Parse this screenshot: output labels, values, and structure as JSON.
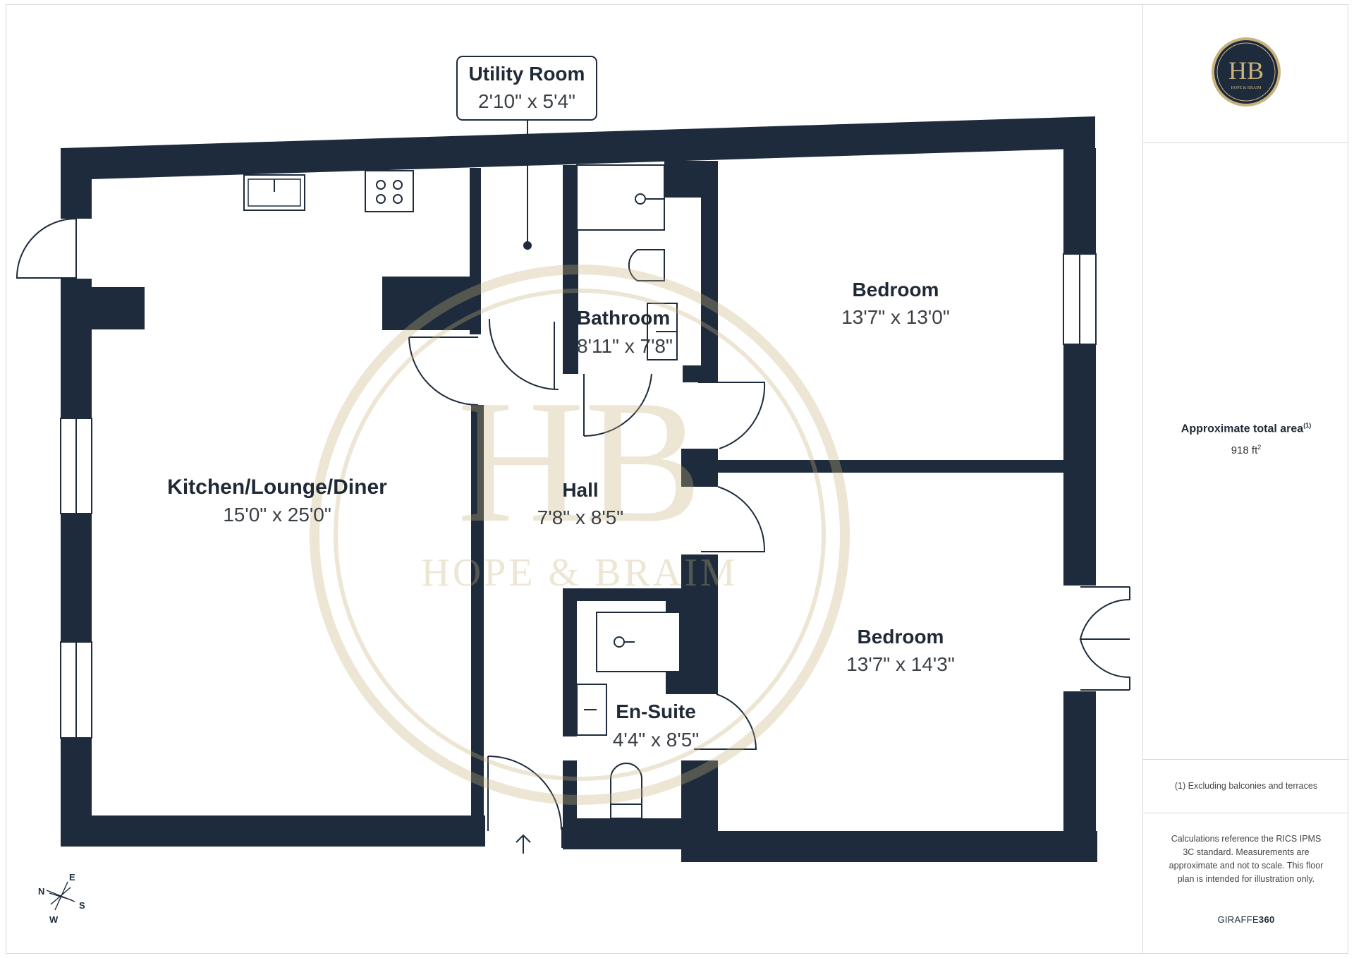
{
  "brand": {
    "logo_monogram": "HB",
    "logo_subtitle": "HOPE & BRAIM",
    "watermark_monogram": "HB",
    "watermark_text": "HOPE & BRAIM",
    "navy": "#1d2b3c",
    "gold": "#c9b27c"
  },
  "rooms": {
    "utility": {
      "name": "Utility Room",
      "dims": "2'10\" x 5'4\""
    },
    "bathroom": {
      "name": "Bathroom",
      "dims": "8'11\" x 7'8\""
    },
    "bedroom1": {
      "name": "Bedroom",
      "dims": "13'7\" x 13'0\""
    },
    "kitchen": {
      "name": "Kitchen/Lounge/Diner",
      "dims": "15'0\" x 25'0\""
    },
    "hall": {
      "name": "Hall",
      "dims": "7'8\" x 8'5\""
    },
    "bedroom2": {
      "name": "Bedroom",
      "dims": "13'7\" x 14'3\""
    },
    "ensuite": {
      "name": "En-Suite",
      "dims": "4'4\" x 8'5\""
    }
  },
  "compass": {
    "n": "N",
    "e": "E",
    "s": "S",
    "w": "W"
  },
  "sidebar": {
    "area_title": "Approximate total area",
    "area_title_sup": "(1)",
    "area_value": "918 ft",
    "area_value_sup": "2",
    "footnote": "(1) Excluding balconies and terraces",
    "calc_note": "Calculations reference the RICS IPMS 3C standard. Measurements are approximate and not to scale. This floor plan is intended for illustration only.",
    "brand_light": "GIRAFFE",
    "brand_bold": "360"
  },
  "colors": {
    "wall": "#1d2b3c",
    "fixture_stroke": "#1d2b3c",
    "text": "#1f2a36"
  }
}
